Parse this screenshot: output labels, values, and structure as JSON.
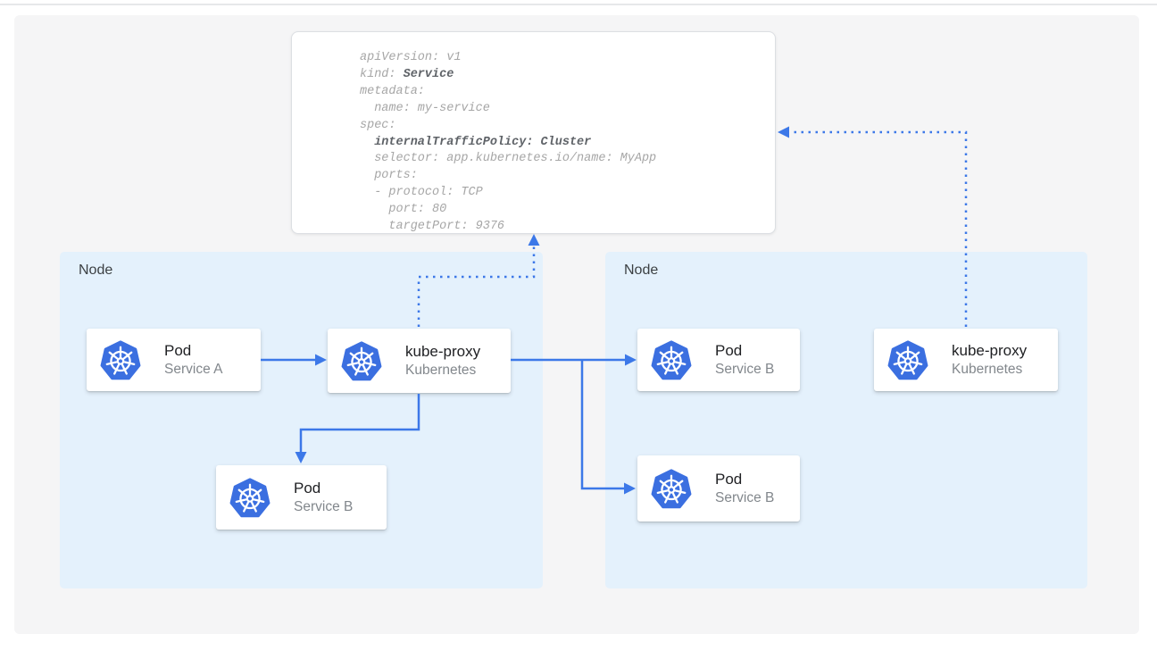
{
  "colors": {
    "accent_blue": "#3c78e8",
    "k8s_blue": "#3b6fe0",
    "node_fill": "#e4f1fc",
    "panel_fill": "#f5f5f6",
    "card_bg": "#ffffff",
    "yaml_text_gray": "#a6a6a6",
    "yaml_bold_gray": "#5f6368",
    "title_color": "#202124",
    "subtitle_color": "#82878c",
    "node_label_color": "#3c4043"
  },
  "icons": {
    "card_icon": "kubernetes-helm-wheel"
  },
  "yaml": {
    "lines": [
      {
        "pre": "apiVersion: v1"
      },
      {
        "pre": "kind: ",
        "bold": "Service"
      },
      {
        "pre": "metadata:"
      },
      {
        "pre": "  name: my-service"
      },
      {
        "pre": "spec:"
      },
      {
        "pre": "  ",
        "bold": "internalTrafficPolicy: Cluster"
      },
      {
        "pre": "  selector: app.kubernetes.io/name: MyApp"
      },
      {
        "pre": "  ports:"
      },
      {
        "pre": "  - protocol: TCP"
      },
      {
        "pre": "    port: 80"
      },
      {
        "pre": "    targetPort: 9376"
      }
    ]
  },
  "nodes": [
    {
      "label": "Node",
      "cards": [
        {
          "title": "Pod",
          "subtitle": "Service A"
        },
        {
          "title": "kube-proxy",
          "subtitle": "Kubernetes"
        },
        {
          "title": "Pod",
          "subtitle": "Service B"
        }
      ]
    },
    {
      "label": "Node",
      "cards": [
        {
          "title": "Pod",
          "subtitle": "Service B"
        },
        {
          "title": "Pod",
          "subtitle": "Service B"
        },
        {
          "title": "kube-proxy",
          "subtitle": "Kubernetes"
        }
      ]
    }
  ]
}
